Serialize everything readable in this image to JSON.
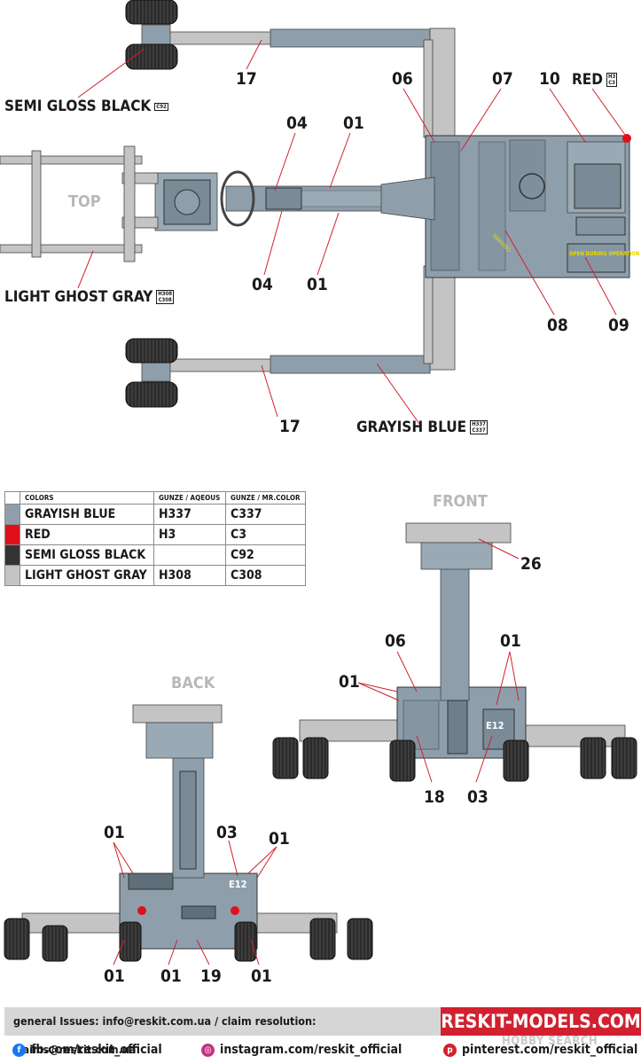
{
  "views": {
    "top": "TOP",
    "front": "FRONT",
    "back": "BACK"
  },
  "callouts": {
    "semi_gloss_black": {
      "name": "SEMI GLOSS BLACK",
      "code": "C92"
    },
    "light_ghost_gray": {
      "name": "LIGHT GHOST GRAY",
      "code1": "H308",
      "code2": "C308"
    },
    "grayish_blue": {
      "name": "GRAYISH BLUE",
      "code1": "H337",
      "code2": "C337"
    },
    "red": {
      "name": "RED",
      "code1": "H3",
      "code2": "C3"
    }
  },
  "part_numbers": {
    "top": [
      "17",
      "06",
      "07",
      "10",
      "04",
      "01",
      "04",
      "01",
      "08",
      "09",
      "17"
    ],
    "front": [
      "26",
      "06",
      "01",
      "01",
      "18",
      "03"
    ],
    "back": [
      "01",
      "03",
      "01",
      "01",
      "01",
      "19",
      "01"
    ]
  },
  "vehicle_texts": {
    "hull_number": "E12",
    "panel_text": "OPEN DURING OPERATION"
  },
  "color_table": {
    "headers": [
      "COLORS",
      "GUNZE / AQEOUS",
      "GUNZE / MR.COLOR"
    ],
    "rows": [
      {
        "swatch": "#8e9fab",
        "name": "GRAYISH BLUE",
        "aqueous": "H337",
        "mrcolor": "C337"
      },
      {
        "swatch": "#e0101a",
        "name": "RED",
        "aqueous": "H3",
        "mrcolor": "C3"
      },
      {
        "swatch": "#333333",
        "name": "SEMI GLOSS BLACK",
        "aqueous": "",
        "mrcolor": "C92"
      },
      {
        "swatch": "#c4c4c4",
        "name": "LIGHT GHOST GRAY",
        "aqueous": "H308",
        "mrcolor": "C308"
      }
    ]
  },
  "footer": {
    "issues": "general Issues: info@reskit.com.ua / claim resolution: claims@reskit.com.ua",
    "brand": "RESKIT-MODELS.COM",
    "facebook": "fb.com/reskit_official",
    "instagram": "instagram.com/reskit_official",
    "pinterest": "pinterest.com/reskit_official",
    "watermark": "HOBBY SEARCH"
  },
  "colors": {
    "grayish_blue": "#8e9fab",
    "dark_blue_gray": "#5f6e79",
    "light_gray": "#c4c4c4",
    "red": "#e0101a",
    "tire_black": "#2b2b2b",
    "brand_red": "#d2202e"
  }
}
